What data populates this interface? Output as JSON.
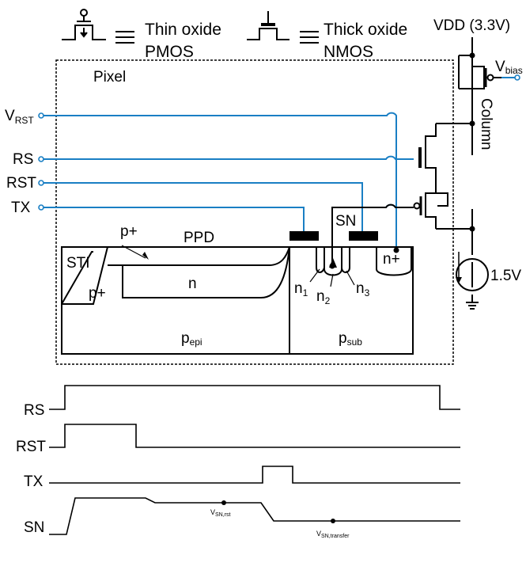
{
  "legend": {
    "pmos_line1": "Thin oxide",
    "pmos_line2": "PMOS",
    "nmos_line1": "Thick oxide",
    "nmos_line2": "NMOS"
  },
  "supply": {
    "vdd": "VDD (3.3V)",
    "vbias_main": "V",
    "vbias_sub": "bias",
    "column": "Column",
    "current_source": "1.5V"
  },
  "pixel": {
    "title": "Pixel",
    "signals": {
      "vrst_main": "V",
      "vrst_sub": "RST",
      "rs": "RS",
      "rst": "RST",
      "tx": "TX"
    },
    "cross_section": {
      "p_plus_top": "p+",
      "ppd": "PPD",
      "sti": "STI",
      "p_plus_side": "p+",
      "n": "n",
      "n_plus": "n+",
      "sn": "SN",
      "n1_main": "n",
      "n1_sub": "1",
      "n2_main": "n",
      "n2_sub": "2",
      "n3_main": "n",
      "n3_sub": "3",
      "pepi_main": "p",
      "pepi_sub": "epi",
      "psub_main": "p",
      "psub_sub": "sub"
    }
  },
  "timing": {
    "rs": "RS",
    "rst": "RST",
    "tx": "TX",
    "sn": "SN",
    "vsn_rst_main": "V",
    "vsn_rst_sub": "SN,rst",
    "vsn_transfer_main": "V",
    "vsn_transfer_sub": "SN,transfer"
  }
}
